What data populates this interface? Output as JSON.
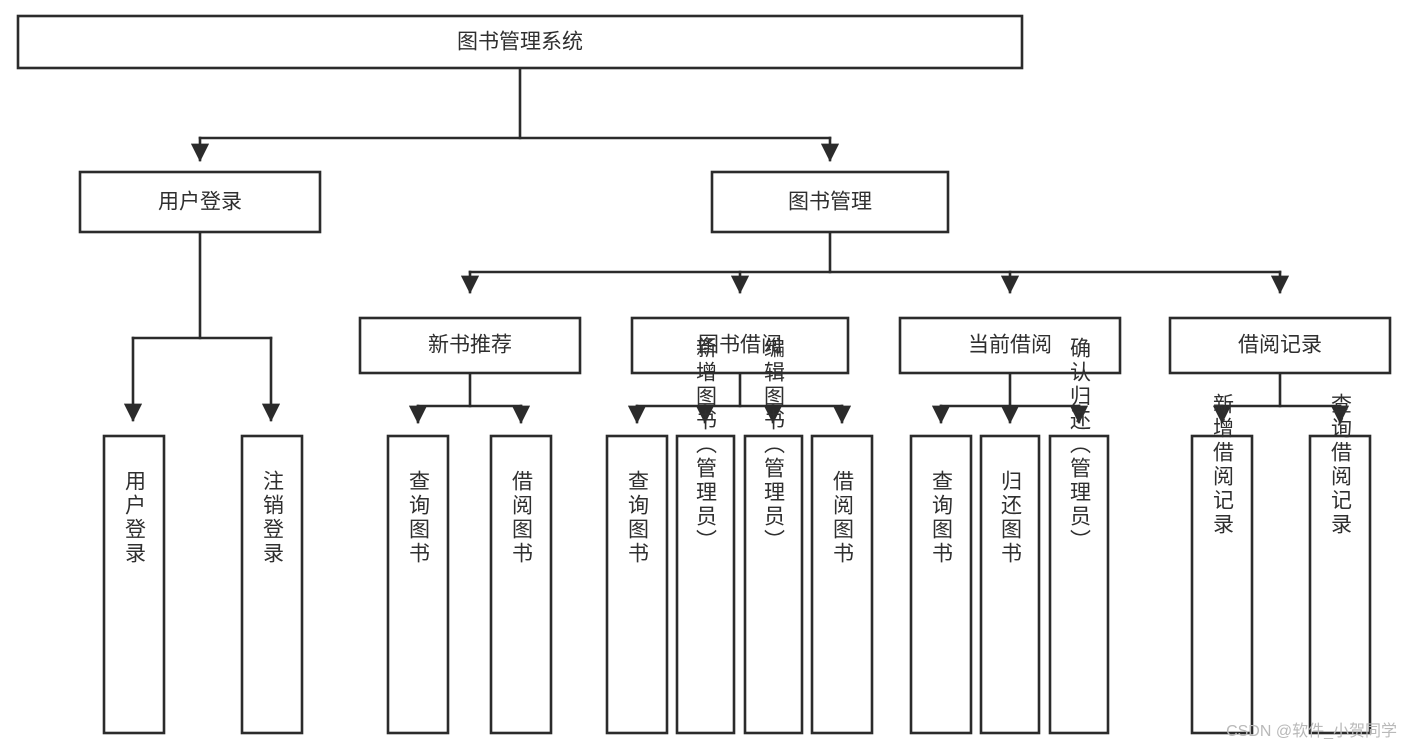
{
  "diagram": {
    "type": "tree-hierarchy",
    "title": "图书管理系统",
    "background_color": "#ffffff",
    "stroke_color": "#2b2b2b",
    "text_color": "#2f2f2f",
    "orientation": "top-down",
    "levels": 4
  },
  "nodes": {
    "root": {
      "label": "图书管理系统",
      "level": 1,
      "orientation": "horizontal"
    },
    "level2": [
      {
        "id": "user-login",
        "label": "用户登录",
        "orientation": "horizontal"
      },
      {
        "id": "book-management",
        "label": "图书管理",
        "orientation": "horizontal"
      }
    ],
    "level3": [
      {
        "id": "new-book-recommend",
        "label": "新书推荐",
        "orientation": "horizontal",
        "parent": "book-management"
      },
      {
        "id": "book-borrow",
        "label": "图书借阅",
        "orientation": "horizontal",
        "parent": "book-management"
      },
      {
        "id": "current-borrow",
        "label": "当前借阅",
        "orientation": "horizontal",
        "parent": "book-management"
      },
      {
        "id": "borrow-record",
        "label": "借阅记录",
        "orientation": "horizontal",
        "parent": "book-management"
      }
    ],
    "leaves": [
      {
        "id": "leaf-user-login",
        "label": "用户登录",
        "orientation": "vertical",
        "parent": "user-login"
      },
      {
        "id": "leaf-logout",
        "label": "注销登录",
        "orientation": "vertical",
        "parent": "user-login"
      },
      {
        "id": "leaf-query-book-1",
        "label": "查询图书",
        "orientation": "vertical",
        "parent": "new-book-recommend"
      },
      {
        "id": "leaf-borrow-book-1",
        "label": "借阅图书",
        "orientation": "vertical",
        "parent": "new-book-recommend"
      },
      {
        "id": "leaf-query-book-2",
        "label": "查询图书",
        "orientation": "vertical",
        "parent": "book-borrow"
      },
      {
        "id": "leaf-add-book",
        "label": "新增图书（管理员）",
        "orientation": "vertical",
        "parent": "book-borrow"
      },
      {
        "id": "leaf-edit-book",
        "label": "编辑图书（管理员）",
        "orientation": "vertical",
        "parent": "book-borrow"
      },
      {
        "id": "leaf-borrow-book-2",
        "label": "借阅图书",
        "orientation": "vertical",
        "parent": "book-borrow"
      },
      {
        "id": "leaf-query-book-3",
        "label": "查询图书",
        "orientation": "vertical",
        "parent": "current-borrow"
      },
      {
        "id": "leaf-return-book",
        "label": "归还图书",
        "orientation": "vertical",
        "parent": "current-borrow"
      },
      {
        "id": "leaf-confirm-return",
        "label": "确认归还（管理员）",
        "orientation": "vertical",
        "parent": "current-borrow"
      },
      {
        "id": "leaf-add-record",
        "label": "新增借阅记录",
        "orientation": "vertical",
        "parent": "borrow-record"
      },
      {
        "id": "leaf-query-record",
        "label": "查询借阅记录",
        "orientation": "vertical",
        "parent": "borrow-record"
      }
    ]
  },
  "watermark": {
    "text": "CSDN @软件_小贺同学"
  }
}
